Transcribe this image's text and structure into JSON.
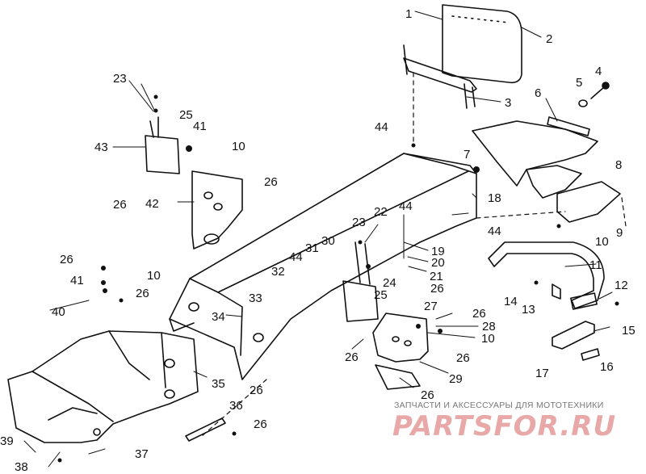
{
  "callouts": [
    "1",
    "2",
    "3",
    "4",
    "5",
    "6",
    "7",
    "8",
    "9",
    "10",
    "11",
    "12",
    "13",
    "14",
    "15",
    "16",
    "17",
    "18",
    "19",
    "20",
    "21",
    "22",
    "23",
    "24",
    "25",
    "26",
    "27",
    "28",
    "29",
    "30",
    "31",
    "32",
    "33",
    "34",
    "35",
    "36",
    "37",
    "38",
    "39",
    "40",
    "41",
    "42",
    "43",
    "44"
  ],
  "watermark": {
    "caption": "ЗАПЧАСТИ И АКСЕССУАРЫ ДЛЯ МОТОТЕХНИКИ",
    "logo": "PARTSFOR.RU"
  }
}
